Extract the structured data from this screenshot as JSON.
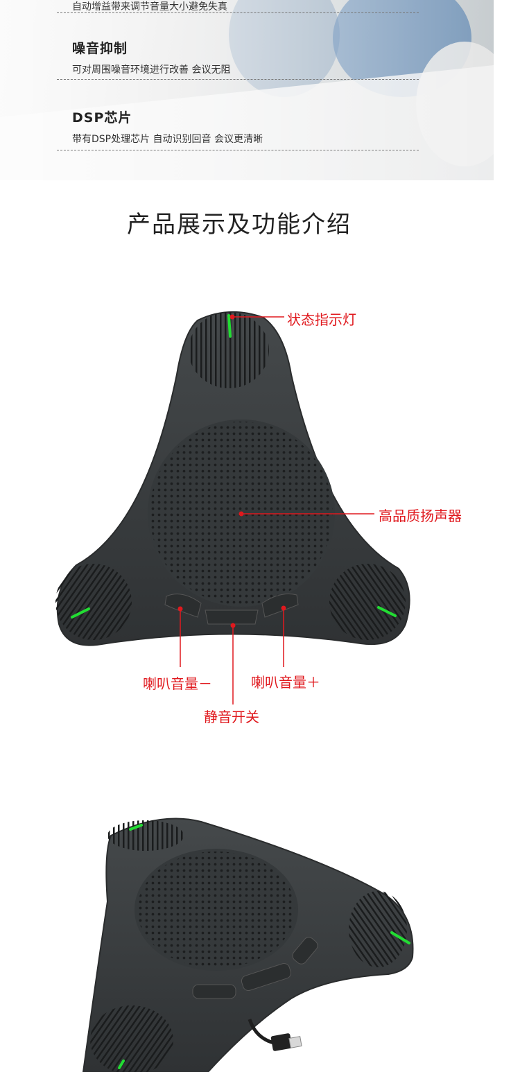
{
  "hero": {
    "top_partial_text": "自动增益带来调节音量大小避免失真",
    "features": [
      {
        "title": "噪音抑制",
        "desc": "可对周围噪音环境进行改善 会议无阻"
      },
      {
        "title": "DSP芯片",
        "desc": "带有DSP处理芯片 自动识别回音 会议更清晰"
      }
    ]
  },
  "section_title": "产品展示及功能介绍",
  "callouts": {
    "status_light": "状态指示灯",
    "speaker": "高品质扬声器",
    "vol_down": "喇叭音量－",
    "vol_up": "喇叭音量＋",
    "mute": "静音开关"
  },
  "colors": {
    "callout_red": "#e0191e",
    "device_body": "#3b3f41",
    "indicator_green": "#22dd33"
  }
}
